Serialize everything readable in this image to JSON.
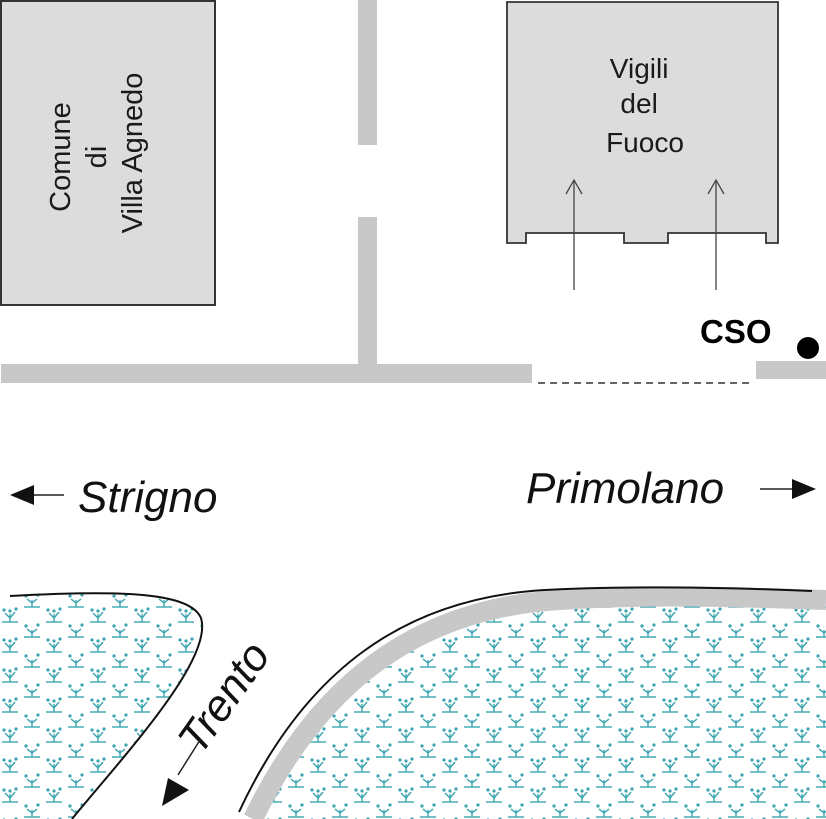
{
  "buildings": {
    "town_hall": {
      "lines": [
        "Comune",
        "di",
        "Villa Agnedo"
      ]
    },
    "fire_station": {
      "lines": [
        "Vigili",
        "del",
        "Fuoco"
      ]
    }
  },
  "marker": {
    "label": "CSO"
  },
  "directions": {
    "west": {
      "label": "Strigno"
    },
    "east": {
      "label": "Primolano"
    },
    "southwest": {
      "label": "Trento"
    }
  },
  "colors": {
    "building_fill": "#dcdcdc",
    "road": "#c8c8c8",
    "vegetation": "#3aa5b0",
    "outline": "#222222"
  }
}
